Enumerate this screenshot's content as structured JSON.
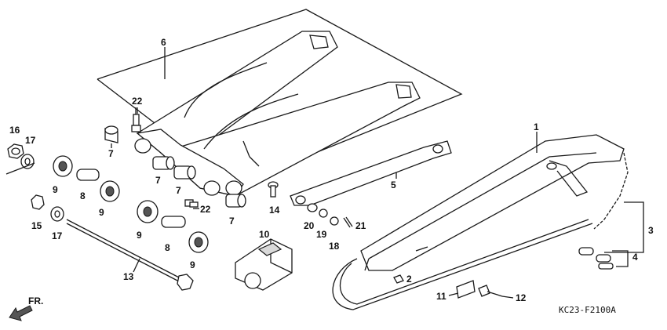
{
  "callouts": {
    "c1": "1",
    "c2": "2",
    "c3": "3",
    "c4": "4",
    "c5": "5",
    "c6": "6",
    "c7a": "7",
    "c7b": "7",
    "c7c": "7",
    "c7d": "7",
    "c8a": "8",
    "c8b": "8",
    "c9a": "9",
    "c9b": "9",
    "c9c": "9",
    "c9d": "9",
    "c10": "10",
    "c11": "11",
    "c12": "12",
    "c13": "13",
    "c14": "14",
    "c15": "15",
    "c16": "16",
    "c17a": "17",
    "c17b": "17",
    "c18": "18",
    "c19": "19",
    "c20": "20",
    "c21": "21",
    "c22a": "22",
    "c22b": "22"
  },
  "front_indicator": "FR.",
  "diagram_code": "KC23-F2100A",
  "icons": {
    "front_arrow": "arrow-down-left-icon"
  }
}
